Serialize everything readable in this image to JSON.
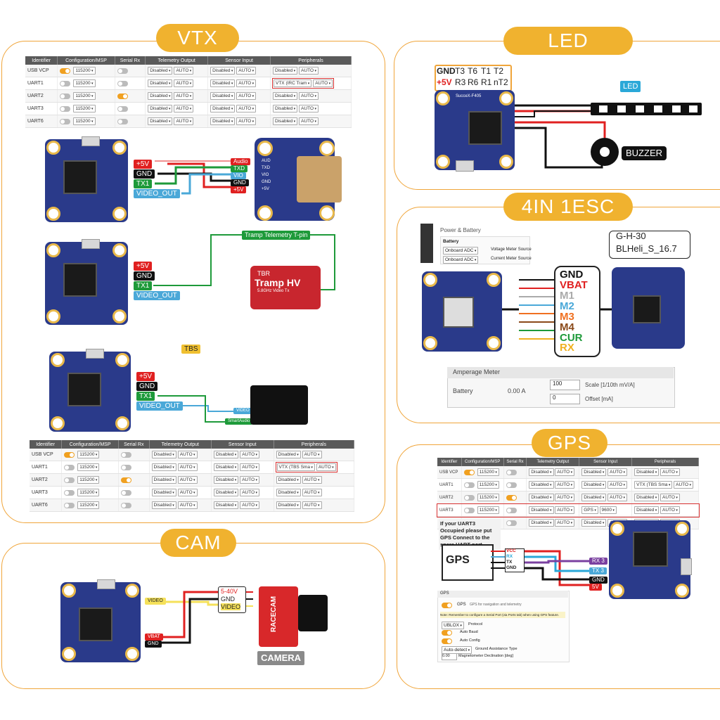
{
  "sections": {
    "vtx": "VTX",
    "led": "LED",
    "esc": "4IN 1ESC",
    "gps": "GPS",
    "cam": "CAM"
  },
  "ports_table": {
    "headers": [
      "Identifier",
      "Configuration/MSP",
      "Serial Rx",
      "Telemetry Output",
      "Sensor Input",
      "Peripherals"
    ],
    "baud": "115200",
    "disabled": "Disabled",
    "auto": "AUTO",
    "vtx_irc": "VTX (IRC Tram",
    "vtx_tbs": "VTX (TBS Sma",
    "gps": "GPS",
    "gps_baud": "9600",
    "rows": [
      "USB VCP",
      "UART1",
      "UART2",
      "UART3",
      "UART6"
    ]
  },
  "vtx_section": {
    "fc_labels": [
      "+5V",
      "GND",
      "TX1",
      "VIDEO_OUT"
    ],
    "irc_pads": [
      "Audio",
      "TXD",
      "VIO",
      "GND",
      "+5V"
    ],
    "irc_pin_labels": [
      "AUD",
      "TXD",
      "VIO",
      "GND",
      "+5V"
    ],
    "tramp_telemetry": "Tramp Telemetry T-pin",
    "tramp_brand": "TBR",
    "tramp_title": "Tramp HV",
    "tramp_sub": "5.8GHz Video Tx",
    "tbs_label": "TBS",
    "tbs_video": "VIDEO",
    "tbs_smartaudio": "SmartAudio"
  },
  "led_section": {
    "pads_top": [
      "GND",
      "T3",
      "T6",
      "T1",
      "T2"
    ],
    "pads_bottom": [
      "+5V",
      "R3",
      "R6",
      "R1",
      "nT2"
    ],
    "led_label": "LED",
    "buzzer_label": "BUZZER",
    "board_name": "SucceX-F405"
  },
  "esc_section": {
    "header": "Power & Battery",
    "battery": "Battery",
    "voltage_src": "Onboard ADC",
    "voltage_label": "Voltage Meter Source",
    "current_src": "Onboard ADC",
    "current_label": "Current Meter Source",
    "esc_name": "G-H-30",
    "esc_fw": "BLHeli_S_16.7",
    "wires": [
      "GND",
      "VBAT",
      "M1",
      "M2",
      "M3",
      "M4",
      "CUR",
      "RX"
    ],
    "amp_title": "Amperage Meter",
    "amp_battery": "Battery",
    "amp_value": "0.00 A",
    "scale_value": "100",
    "scale_label": "Scale [1/10th mV/A]",
    "offset_value": "0",
    "offset_label": "Offset [mA]"
  },
  "gps_section": {
    "note": "If your UART3 Occupied please put GPS Connect to the spare UART port",
    "gps_module": "GPS",
    "gps_pins": [
      "VCC",
      "RX",
      "TX",
      "GND"
    ],
    "fc_pads": [
      "RX 3",
      "TX 3",
      "GND",
      "5V"
    ],
    "cfg_header": "GPS",
    "cfg_gps": "GPS",
    "cfg_gps_desc": "GPS for navigation and telemetry",
    "cfg_note": "Note: Remember to configure a Serial Port (via Ports tab) when using GPS feature.",
    "protocol_value": "UBLOX",
    "protocol_label": "Protocol",
    "auto_baud": "Auto Baud",
    "auto_config": "Auto Config",
    "sbas_value": "Auto-detect",
    "sbas_label": "Ground Assistance Type",
    "mag_value": "0.00",
    "mag_label": "Magnetometer Declination [deg]"
  },
  "cam_section": {
    "video": "VIDEO",
    "vbat": "VBAT",
    "gnd": "GND",
    "cam_pins": [
      "5-40V",
      "GND",
      "VIDEO"
    ],
    "cam_brand": "RACECAM",
    "camera_label": "CAMERA"
  },
  "colors": {
    "accent": "#f0b22f",
    "panel_border": "#f0a53a",
    "board": "#2a3a8a"
  }
}
